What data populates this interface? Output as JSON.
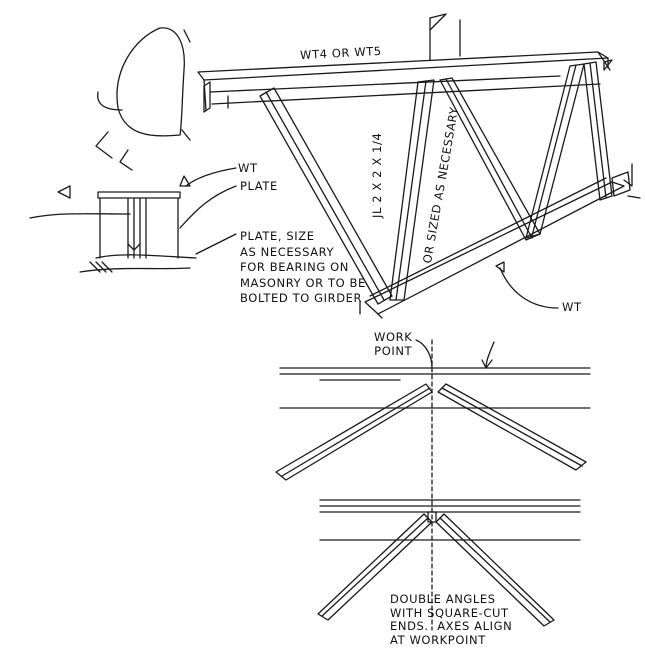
{
  "labels": {
    "top_chord": "WT4 OR WT5",
    "diagonal": "JL 2 x 2 x 1/4",
    "diagonal_alt": "OR SIZED AS NECESSARY",
    "detail_wt": "WT",
    "detail_plate": "PLATE",
    "plate_note": "PLATE, SIZE\nAS NECESSARY\nFOR BEARING ON\nMASONRY OR TO BE\nBOLTED TO GIRDER",
    "bottom_wt": "WT",
    "work_point": "WORK\nPOINT",
    "double_angles_note": "DOUBLE ANGLES\nWITH SQUARE-CUT\nENDS.  AXES ALIGN\nAT WORKPOINT"
  },
  "colors": {
    "ink": "#1a1a1a",
    "paper": "#ffffff"
  }
}
